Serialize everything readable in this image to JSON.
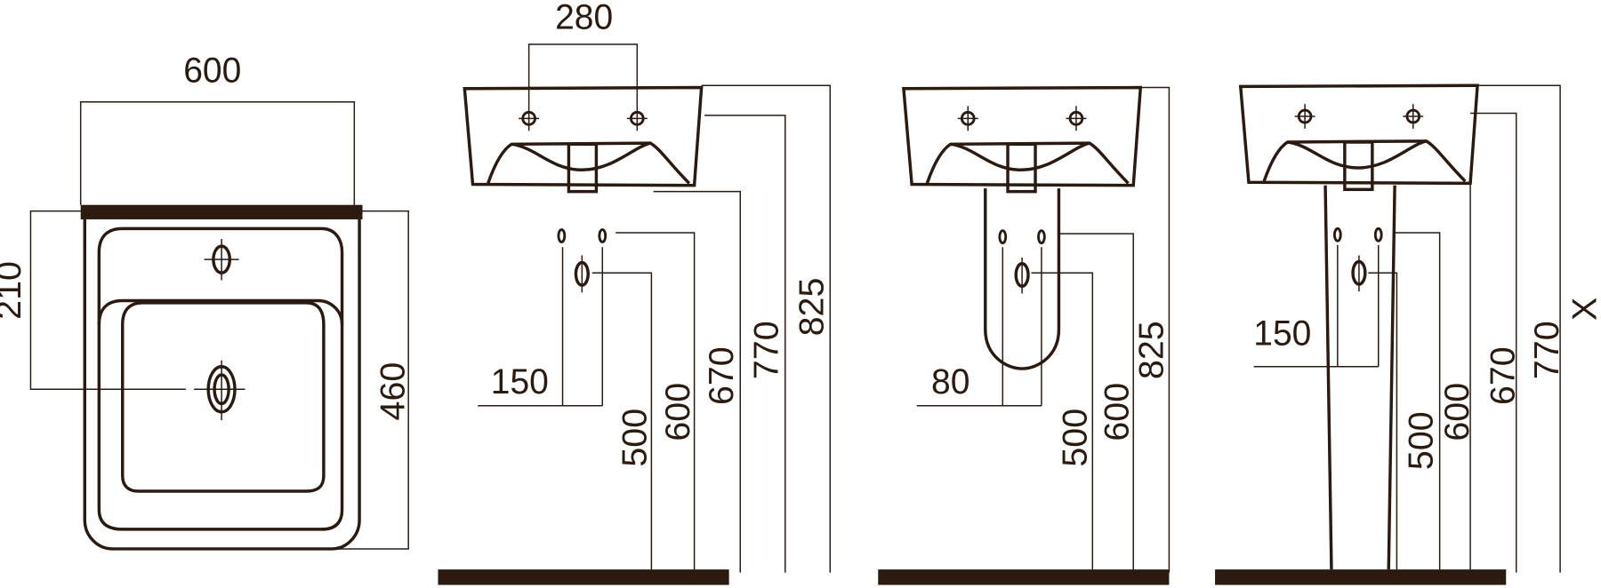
{
  "top_view": {
    "width": "600",
    "drain_offset": "210",
    "depth": "460"
  },
  "wall_view": {
    "tap_spacing": "280",
    "hole_spacing": "150",
    "h500": "500",
    "h600": "600",
    "h670": "670",
    "h770": "770",
    "h825": "825"
  },
  "semi_pedestal_view": {
    "hole_spacing": "80",
    "h500": "500",
    "h600": "600",
    "h825": "825"
  },
  "pedestal_view": {
    "hole_spacing": "150",
    "h500": "500",
    "h600": "600",
    "h670": "670",
    "h770": "770",
    "hx": "X"
  },
  "colors": {
    "ink": "#2a1a10"
  }
}
